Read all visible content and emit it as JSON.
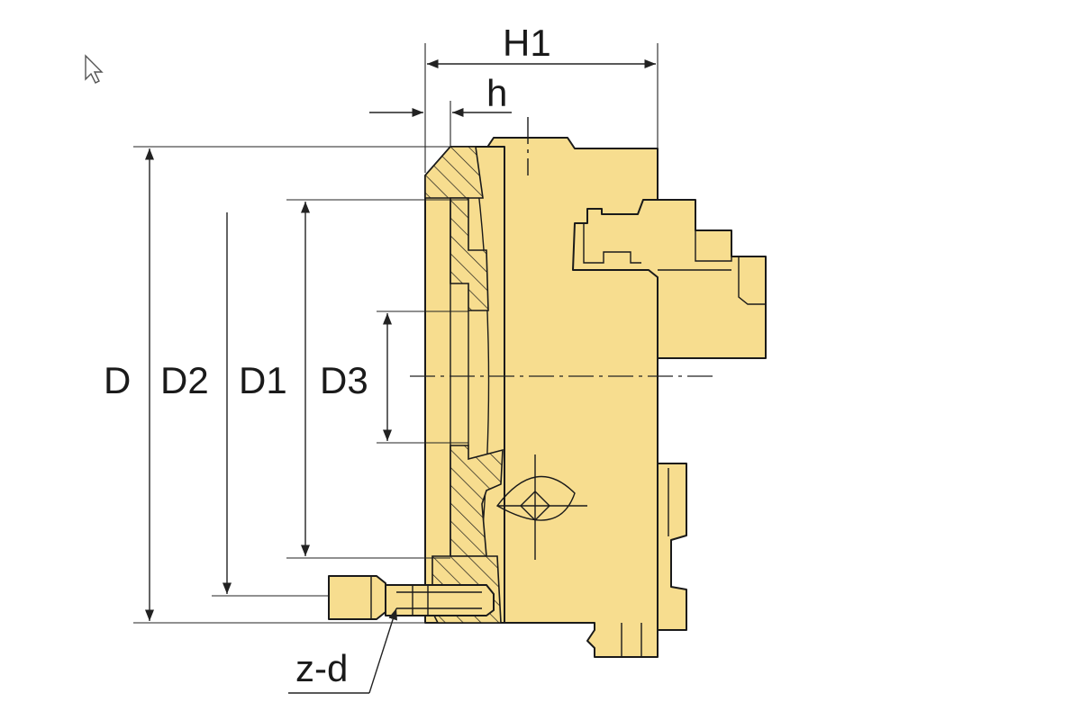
{
  "labels": {
    "H1": "H1",
    "h": "h",
    "D": "D",
    "D2": "D2",
    "D1": "D1",
    "D3": "D3",
    "zd": "z-d"
  },
  "colors": {
    "body_fill": "#f7dd8f",
    "outline": "#1a1a1a",
    "background": "#ffffff"
  },
  "icons": {
    "cursor": "mouse-pointer-icon"
  }
}
